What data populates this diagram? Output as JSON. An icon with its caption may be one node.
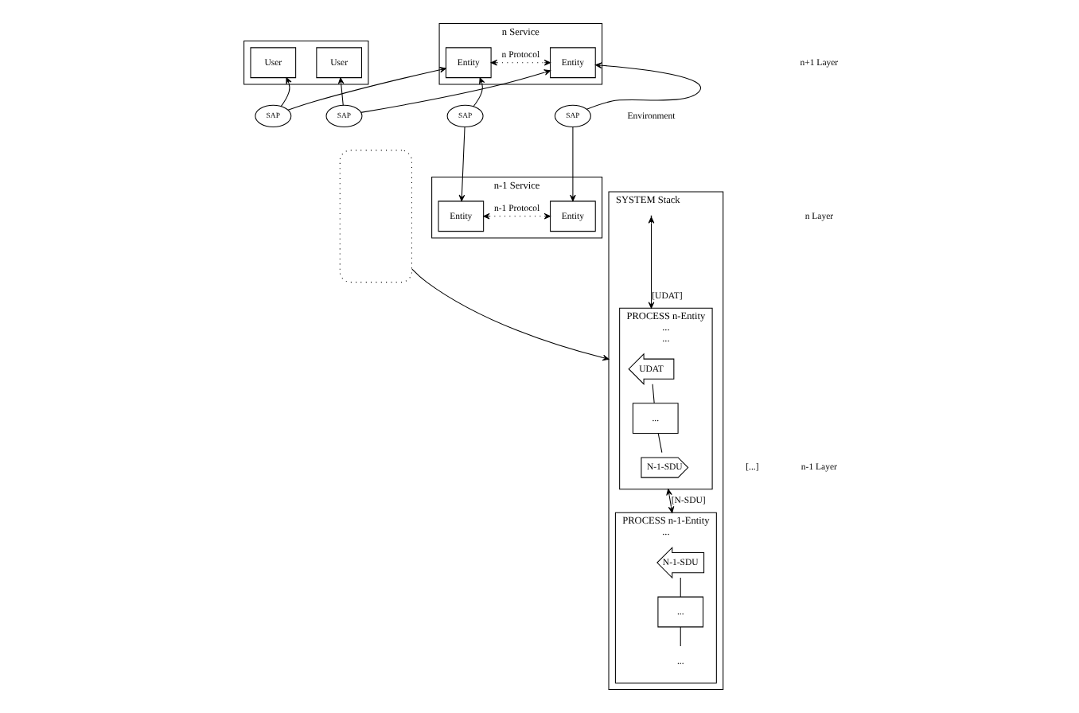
{
  "diagram": {
    "nodes": [
      {
        "text": [],
        "shape": "box"
      },
      {
        "text": [
          "User"
        ],
        "in": 0
      },
      {
        "text": [
          "User"
        ],
        "in": 0
      },
      {
        "text": [
          "SAP"
        ]
      },
      {
        "text": [
          "SAP"
        ]
      },
      {
        "text": [
          "n Service"
        ]
      },
      {
        "text": [
          "Entity"
        ],
        "in": 5
      },
      {
        "text": [
          "Entity"
        ],
        "in": 5
      },
      {
        "text": [
          "SAP"
        ]
      },
      {
        "text": [
          "SAP"
        ]
      },
      {
        "text": [
          "n-1 Service"
        ]
      },
      {
        "text": [
          "Entity"
        ],
        "in": 10
      },
      {
        "text": [
          "Entity"
        ],
        "in": 10
      },
      {
        "text": [],
        "shape": "box"
      },
      {
        "text": [
          "SYSTEM Stack"
        ]
      },
      {
        "text": [
          "PROCESS n-Entity",
          "...",
          "..."
        ],
        "in": 14
      },
      {
        "text": [
          "UDAT"
        ],
        "in": 15
      },
      {
        "text": [
          "..."
        ],
        "in": 15
      },
      {
        "text": [
          "N-1-SDU"
        ],
        "in": 15
      },
      {
        "text": [
          "PROCESS n-1-Entity",
          "..."
        ],
        "in": 14
      },
      {
        "text": [
          "N-1-SDU"
        ],
        "in": 19
      },
      {
        "text": [
          "..."
        ],
        "in": 19
      },
      {
        "text": [
          "..."
        ],
        "in": 19
      }
    ],
    "edges": [
      {
        "from": 3,
        "to": 1,
        "arrow": "to"
      },
      {
        "from": 3,
        "to": 6,
        "arrow": "to"
      },
      {
        "from": 4,
        "to": 2,
        "arrow": "to"
      },
      {
        "from": 4,
        "to": 7,
        "arrow": "to"
      },
      {
        "from": 6,
        "to": 7,
        "arrow": "both",
        "label": "n Protocol",
        "style": "dashed"
      },
      {
        "from": 8,
        "to": 6,
        "arrow": "to"
      },
      {
        "from": 8,
        "to": 11,
        "arrow": "to"
      },
      {
        "from": 9,
        "to": 7,
        "arrow": "to"
      },
      {
        "from": 9,
        "to": 12,
        "arrow": "to"
      },
      {
        "from": 11,
        "to": 12,
        "arrow": "both",
        "label": "n-1 Protocol",
        "style": "dashed"
      },
      {
        "from": 13,
        "to": 14,
        "arrow": "to"
      },
      {
        "from": null,
        "to": 15,
        "arrow": "both",
        "label": "[UDAT]"
      },
      {
        "from": 16,
        "to": 17,
        "arrow": "none"
      },
      {
        "from": 17,
        "to": 18,
        "arrow": "none"
      },
      {
        "from": 15,
        "to": 19,
        "arrow": "both",
        "label": "[N-SDU]"
      },
      {
        "from": 20,
        "to": 21,
        "arrow": "none"
      },
      {
        "from": 21,
        "to": 22,
        "arrow": "none"
      }
    ],
    "labels": [
      "n+1 Layer",
      "n Layer",
      "n-1 Layer",
      "Environment",
      "[...]"
    ]
  }
}
